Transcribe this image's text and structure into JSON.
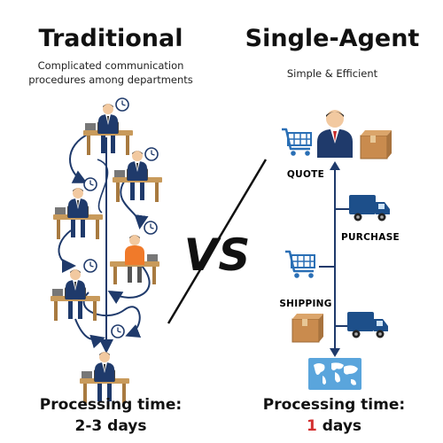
{
  "left": {
    "title": "Traditional",
    "subtitle_line1": "Complicated communication",
    "subtitle_line2": "procedures among departments",
    "processing_label": "Processing time:",
    "processing_value": "2-3 days"
  },
  "right": {
    "title": "Single-Agent",
    "subtitle": "Simple & Efficient",
    "steps": [
      "QUOTE",
      "PURCHASE",
      "SHIPPING"
    ],
    "processing_label": "Processing time:",
    "processing_value_number": "1",
    "processing_value_unit": "days"
  },
  "vs_text": "VS",
  "colors": {
    "suit_navy": "#1f3a6b",
    "desk_wood": "#c89a5b",
    "orange_shirt": "#f07a2a",
    "truck_blue": "#1d4f8a",
    "cart_blue": "#2a6fb5",
    "box_brown": "#c98b4e",
    "map_blue": "#5aa5dc",
    "accent_red": "#d32f2f"
  },
  "icons": [
    "clock-icon",
    "worker-icon",
    "shopping-cart-icon",
    "box-icon",
    "truck-icon",
    "world-map-icon",
    "agent-icon"
  ]
}
